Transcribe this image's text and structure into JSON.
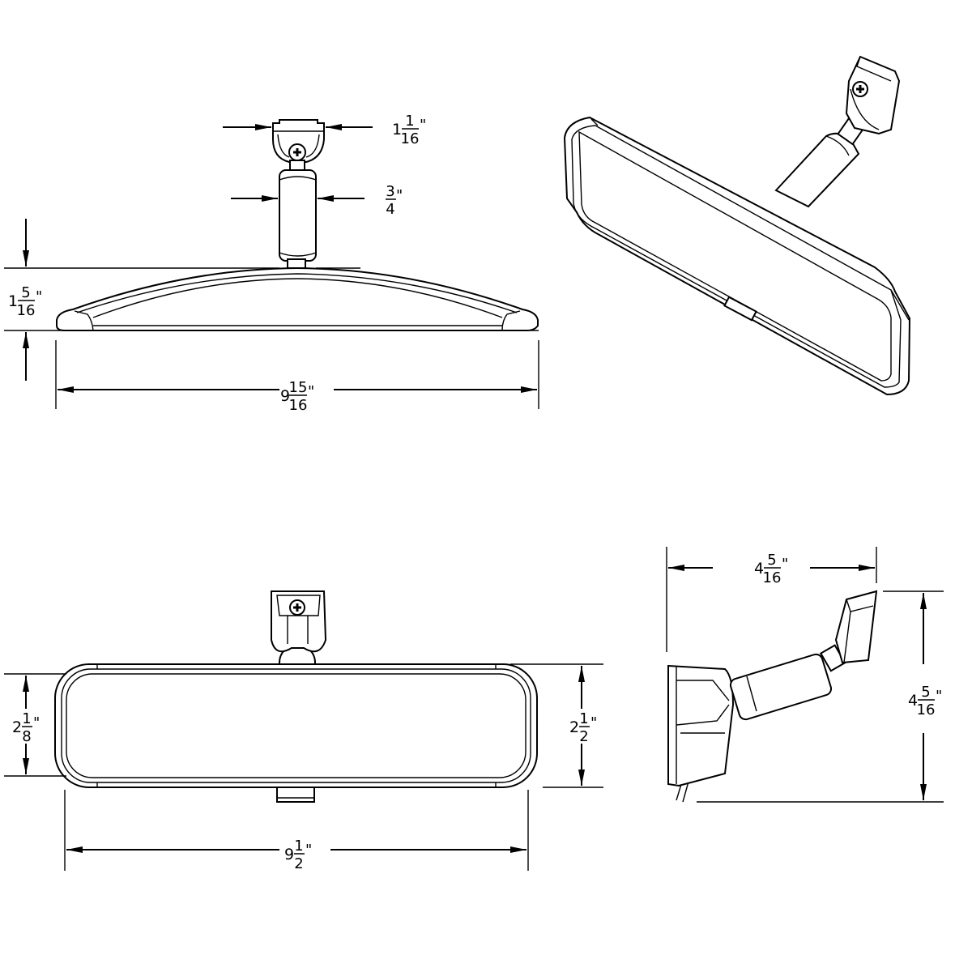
{
  "drawing": {
    "views": [
      "side-view",
      "perspective-view",
      "front-view",
      "profile-view"
    ],
    "dimensions": {
      "mount_width": {
        "whole": "1",
        "num": "1",
        "den": "16",
        "unit": "\""
      },
      "arm_diameter": {
        "whole": "",
        "num": "3",
        "den": "4",
        "unit": "\""
      },
      "side_height": {
        "whole": "1",
        "num": "5",
        "den": "16",
        "unit": "\""
      },
      "side_width": {
        "whole": "9",
        "num": "15",
        "den": "16",
        "unit": "\""
      },
      "front_glass_height": {
        "whole": "2",
        "num": "1",
        "den": "8",
        "unit": "\""
      },
      "front_height": {
        "whole": "2",
        "num": "1",
        "den": "2",
        "unit": "\""
      },
      "front_width": {
        "whole": "9",
        "num": "1",
        "den": "2",
        "unit": "\""
      },
      "profile_depth": {
        "whole": "4",
        "num": "5",
        "den": "16",
        "unit": "\""
      },
      "profile_height": {
        "whole": "4",
        "num": "5",
        "den": "16",
        "unit": "\""
      }
    },
    "colors": {
      "line": "#000000",
      "background": "#ffffff"
    }
  }
}
